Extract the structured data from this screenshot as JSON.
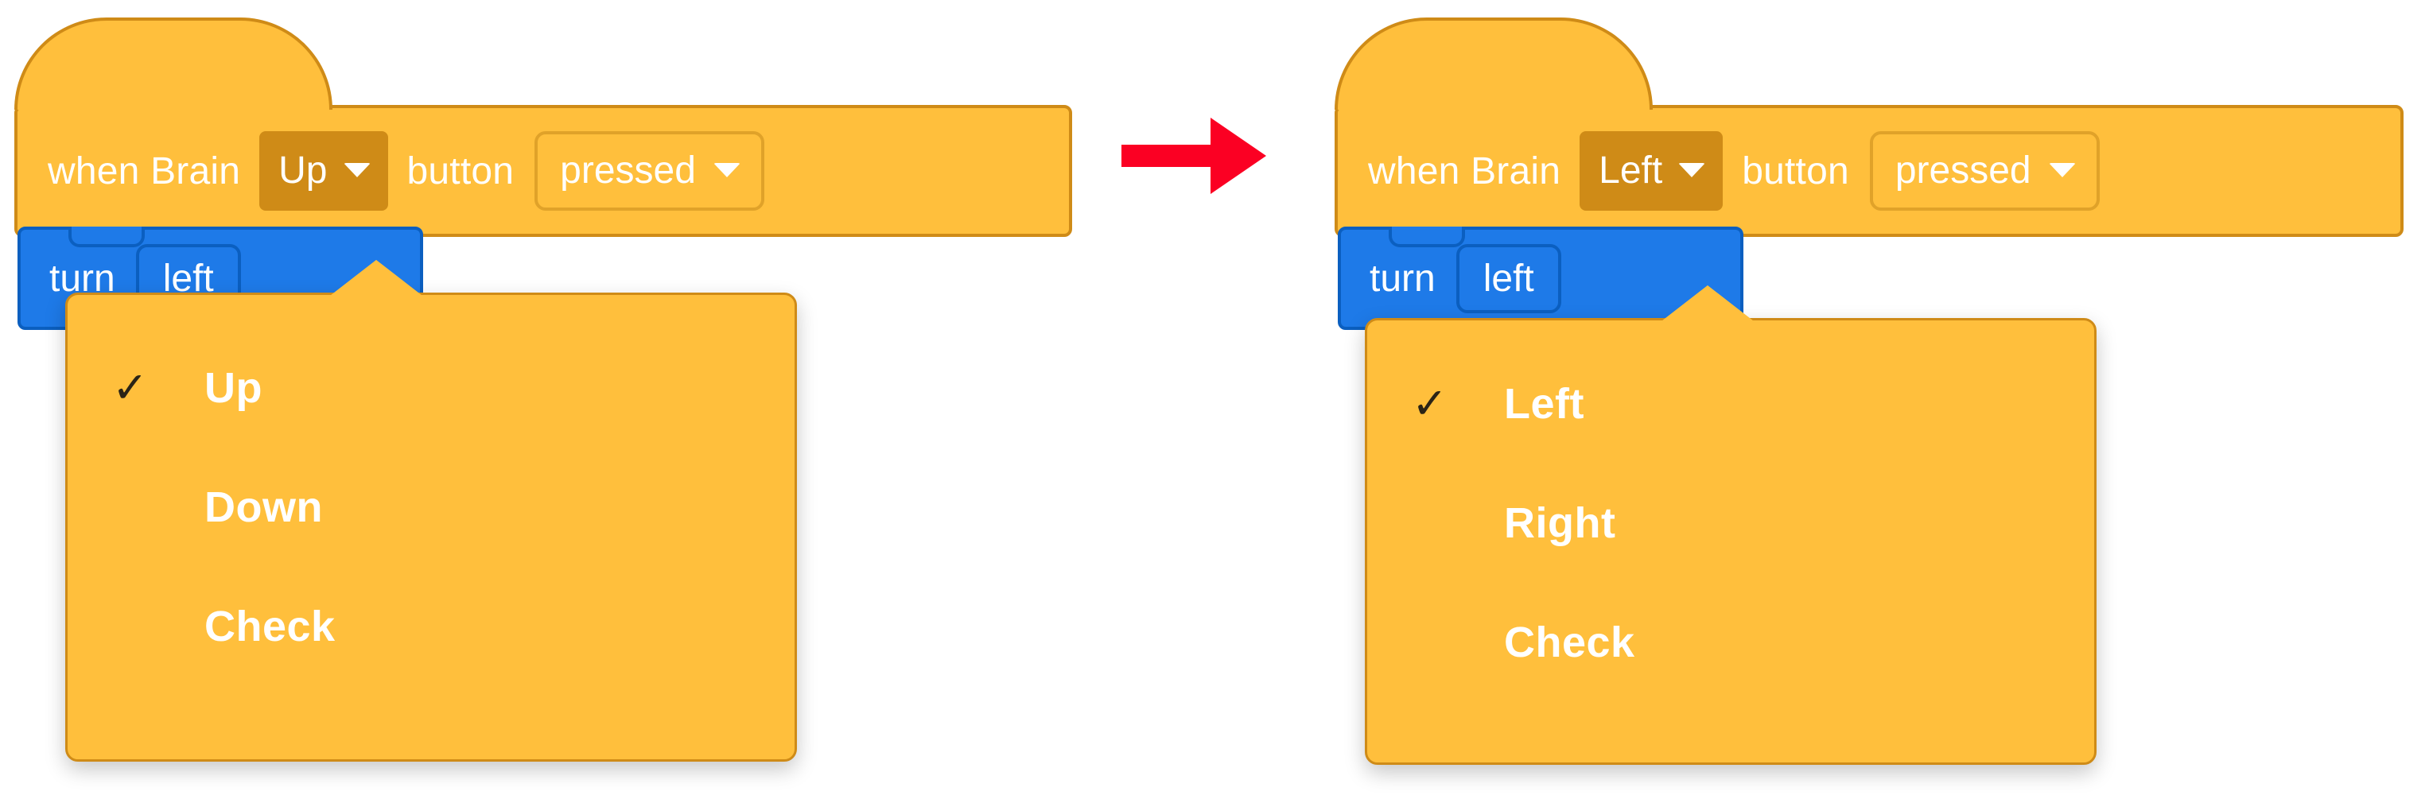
{
  "colors": {
    "block_fill": "#FFBF3C",
    "block_stroke": "#CF8B17",
    "field_solid_fill": "#CF8B17",
    "field_outline_stroke": "#E0A229",
    "blue_fill": "#1E7AE8",
    "blue_stroke": "#0B5FC0",
    "menu_fill": "#FFBF3C",
    "menu_stroke": "#CF8B17",
    "text": "#FFFFFF",
    "check_mark": "#2B2416",
    "arrow": "#FB0023"
  },
  "arrow": {
    "name": "red-right-arrow",
    "direction": "right"
  },
  "panels": [
    {
      "id": "before",
      "hat_block": {
        "prefix_label": "when Brain",
        "button_dropdown": {
          "value": "Up",
          "style": "solid",
          "caret": "chevron-down-icon"
        },
        "middle_label": "button",
        "state_dropdown": {
          "value": "pressed",
          "style": "outline",
          "caret": "chevron-down-icon"
        }
      },
      "stack_block": {
        "label": "turn",
        "field_value": "left"
      },
      "menu": {
        "open": true,
        "selected": "Up",
        "items": [
          {
            "label": "Up",
            "checked": true
          },
          {
            "label": "Down",
            "checked": false
          },
          {
            "label": "Check",
            "checked": false
          }
        ]
      }
    },
    {
      "id": "after",
      "hat_block": {
        "prefix_label": "when Brain",
        "button_dropdown": {
          "value": "Left",
          "style": "solid",
          "caret": "chevron-down-icon"
        },
        "middle_label": "button",
        "state_dropdown": {
          "value": "pressed",
          "style": "outline",
          "caret": "chevron-down-icon"
        }
      },
      "stack_block": {
        "label": "turn",
        "field_value": "left"
      },
      "menu": {
        "open": true,
        "selected": "Left",
        "items": [
          {
            "label": "Left",
            "checked": true
          },
          {
            "label": "Right",
            "checked": false
          },
          {
            "label": "Check",
            "checked": false
          }
        ]
      }
    }
  ],
  "check_glyph": "✓"
}
